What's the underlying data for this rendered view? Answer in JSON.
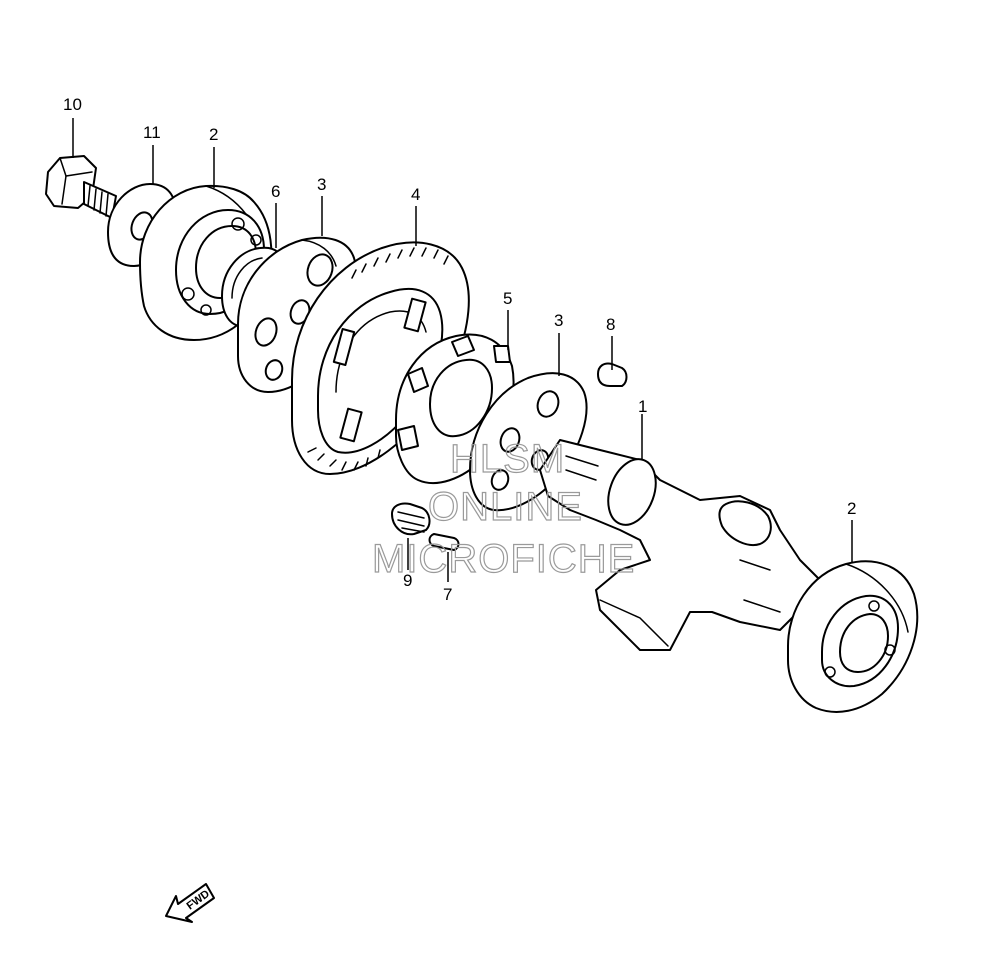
{
  "callouts": [
    {
      "id": "c10",
      "label": "10"
    },
    {
      "id": "c11",
      "label": "11"
    },
    {
      "id": "c2a",
      "label": "2"
    },
    {
      "id": "c6",
      "label": "6"
    },
    {
      "id": "c3a",
      "label": "3"
    },
    {
      "id": "c4",
      "label": "4"
    },
    {
      "id": "c5",
      "label": "5"
    },
    {
      "id": "c3b",
      "label": "3"
    },
    {
      "id": "c8",
      "label": "8"
    },
    {
      "id": "c1",
      "label": "1"
    },
    {
      "id": "c2b",
      "label": "2"
    },
    {
      "id": "c9",
      "label": "9"
    },
    {
      "id": "c7",
      "label": "7"
    }
  ],
  "watermark": {
    "line1": "HLSM",
    "line2": "ONLINE",
    "line3": "MICROFICHE"
  },
  "direction_marker": {
    "label": "FWD",
    "icon": "fwd-arrow-icon"
  }
}
